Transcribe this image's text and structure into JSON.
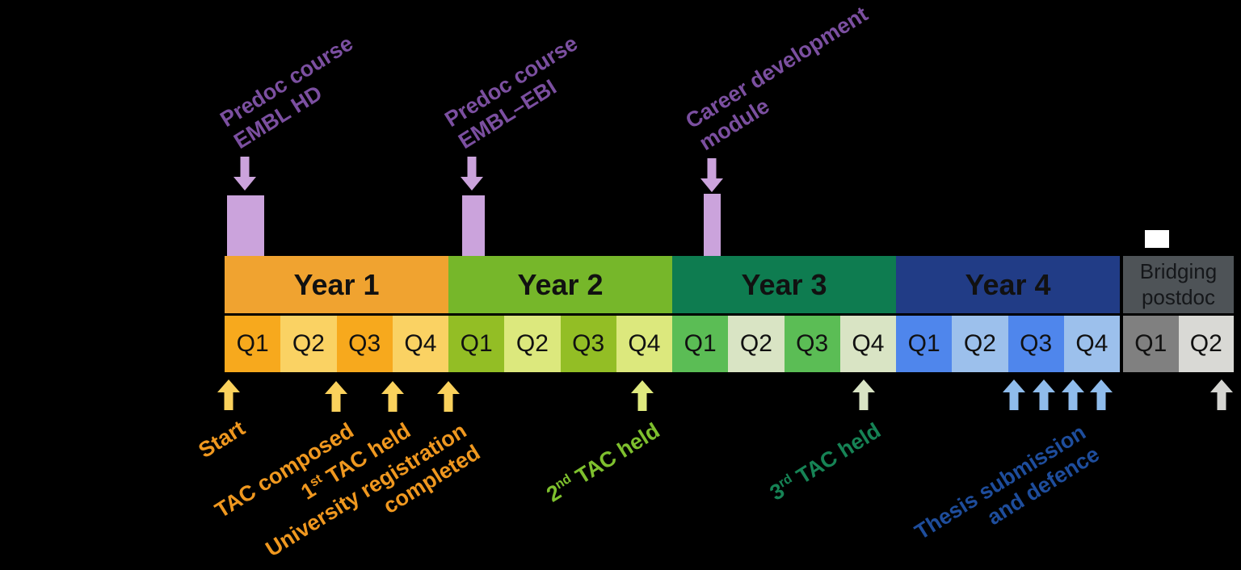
{
  "colors": {
    "y1_bar": "#F0A330",
    "y1_q_dark": "#F7A91D",
    "y1_q_light": "#FAD263",
    "y2_bar": "#76B72A",
    "y2_q_dark": "#93BE25",
    "y2_q_light": "#DCE87D",
    "y3_bar": "#0E7C50",
    "y3_q_dark": "#5BBD55",
    "y3_q_light": "#D9E4C4",
    "y4_bar": "#213C86",
    "y4_q_dark": "#4F86EC",
    "y4_q_light": "#9CC0EC",
    "bridge_bar": "#4E5357",
    "bridge_q1": "#808080",
    "bridge_q2": "#D9D9D5",
    "purple_dark": "#7B4FA0",
    "purple_light": "#CBA3DC",
    "orange_text": "#F0981F",
    "yellow_arrow": "#FAD15C",
    "green2_text": "#7EC02E",
    "green2_arrow": "#DFEA7E",
    "green3_text": "#168355",
    "green3_arrow": "#D9E4C4",
    "blue_text": "#1E4D9C",
    "blue_arrow": "#8FBCEC",
    "gray_arrow": "#D5D5D1"
  },
  "timeline": {
    "years": [
      {
        "label": "Year 1",
        "quarters": [
          "Q1",
          "Q2",
          "Q3",
          "Q4"
        ]
      },
      {
        "label": "Year 2",
        "quarters": [
          "Q1",
          "Q2",
          "Q3",
          "Q4"
        ]
      },
      {
        "label": "Year 3",
        "quarters": [
          "Q1",
          "Q2",
          "Q3",
          "Q4"
        ]
      },
      {
        "label": "Year 4",
        "quarters": [
          "Q1",
          "Q2",
          "Q3",
          "Q4"
        ]
      }
    ],
    "bridging": {
      "label": "Bridging postdoc",
      "quarters": [
        "Q1",
        "Q2"
      ]
    }
  },
  "top_events": [
    {
      "line1": "Predoc course",
      "line2": "EMBL HD"
    },
    {
      "line1": "Predoc course",
      "line2": "EMBL–EBI"
    },
    {
      "line1": "Career development",
      "line2": "module"
    }
  ],
  "bottom_events": {
    "start": {
      "text": "Start"
    },
    "tac_composed": {
      "text": "TAC composed"
    },
    "tac1": {
      "num": "1",
      "sup": "st",
      "rest": " TAC held"
    },
    "university_registration": {
      "line1": "University registration",
      "line2": "completed"
    },
    "tac2": {
      "num": "2",
      "sup": "nd",
      "rest": " TAC held"
    },
    "tac3": {
      "num": "3",
      "sup": "rd",
      "rest": " TAC held"
    },
    "thesis": {
      "line1": "Thesis submission",
      "line2": "and defence"
    }
  }
}
